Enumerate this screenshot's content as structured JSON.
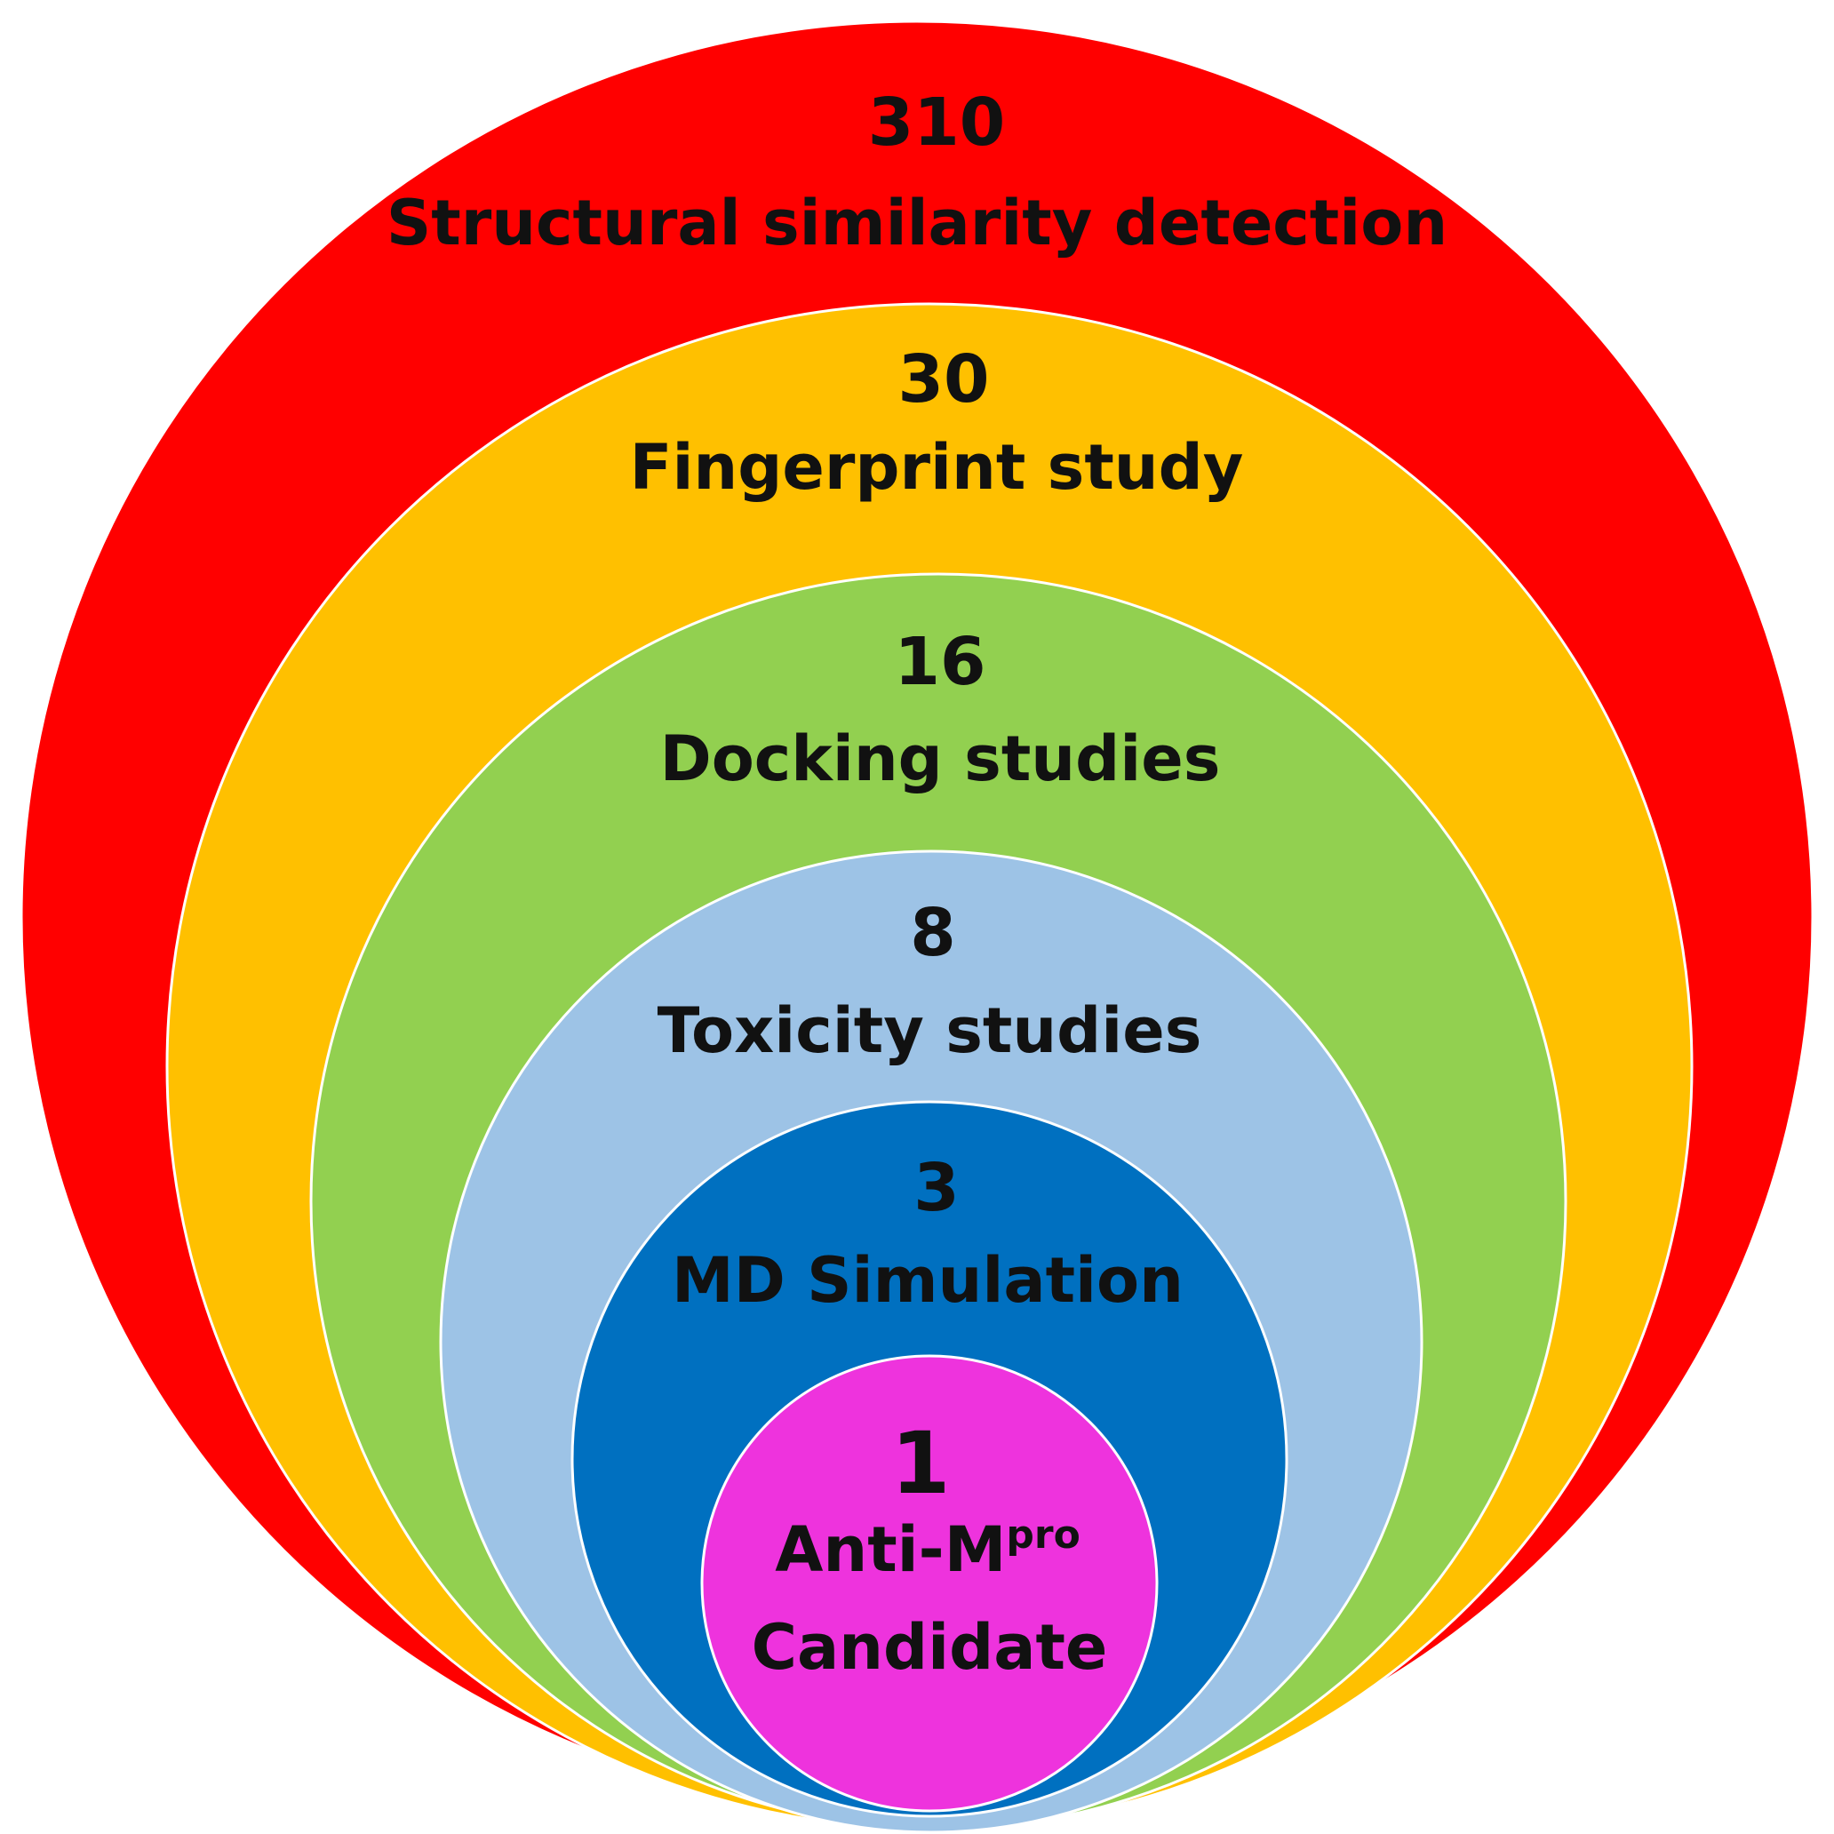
{
  "stages": [
    {
      "count": "310",
      "label": "Structural similarity detection",
      "color": "#FF0000"
    },
    {
      "count": "30",
      "label": "Fingerprint study",
      "color": "#FFC000"
    },
    {
      "count": "16",
      "label": "Docking studies",
      "color": "#92D050"
    },
    {
      "count": "8",
      "label": "Toxicity studies",
      "color": "#9DC3E6"
    },
    {
      "count": "3",
      "label": "MD Simulation",
      "color": "#0070C0"
    },
    {
      "count": "1",
      "label_line1": "Anti-M",
      "label_line1_sup": "pro",
      "label_line2": "Candidate",
      "color": "#EE33DD"
    }
  ]
}
